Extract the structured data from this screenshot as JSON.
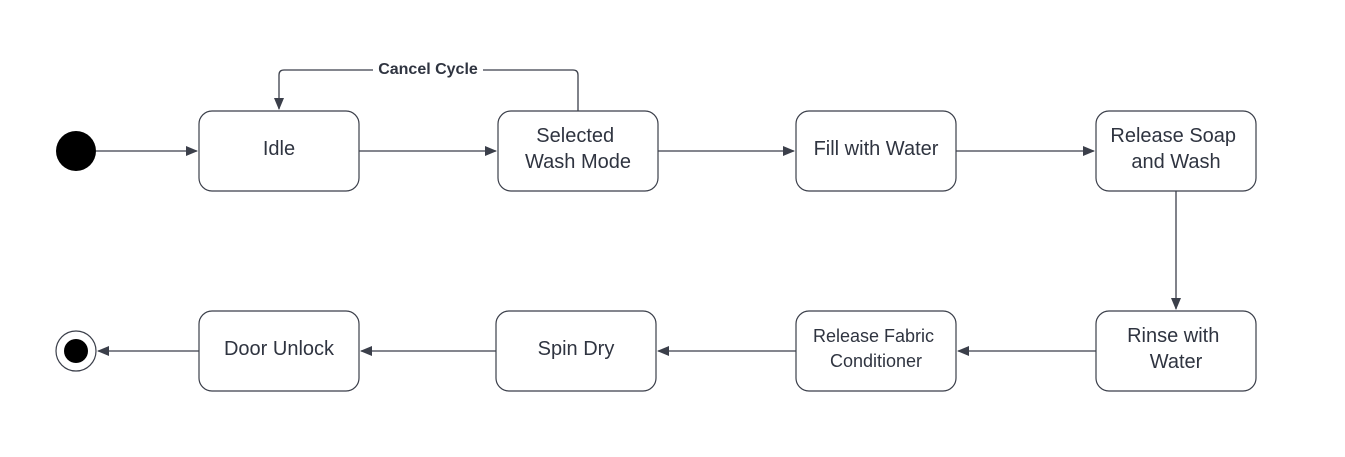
{
  "diagram": {
    "type": "state-machine",
    "states": {
      "idle": [
        "Idle"
      ],
      "selected_wash_mode": [
        "Selected",
        "Wash Mode"
      ],
      "fill_with_water": [
        "Fill with Water"
      ],
      "release_soap": [
        "Release Soap",
        "and Wash"
      ],
      "rinse": [
        "Rinse with",
        "Water"
      ],
      "release_fabric": [
        "Release Fabric",
        "Conditioner"
      ],
      "spin_dry": [
        "Spin Dry"
      ],
      "door_unlock": [
        "Door Unlock"
      ]
    },
    "transitions": [
      {
        "from": "initial",
        "to": "idle",
        "label": ""
      },
      {
        "from": "idle",
        "to": "selected_wash_mode",
        "label": ""
      },
      {
        "from": "selected_wash_mode",
        "to": "idle",
        "label": "Cancel Cycle"
      },
      {
        "from": "selected_wash_mode",
        "to": "fill_with_water",
        "label": ""
      },
      {
        "from": "fill_with_water",
        "to": "release_soap",
        "label": ""
      },
      {
        "from": "release_soap",
        "to": "rinse",
        "label": ""
      },
      {
        "from": "rinse",
        "to": "release_fabric",
        "label": ""
      },
      {
        "from": "release_fabric",
        "to": "spin_dry",
        "label": ""
      },
      {
        "from": "spin_dry",
        "to": "door_unlock",
        "label": ""
      },
      {
        "from": "door_unlock",
        "to": "final",
        "label": ""
      }
    ],
    "colors": {
      "stroke": "#3b3f4a",
      "text": "#2f3440",
      "node_fill": "#ffffff",
      "marker": "#000000"
    }
  }
}
